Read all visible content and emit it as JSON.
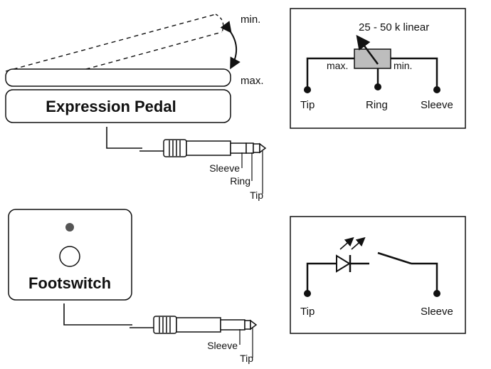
{
  "pedal": {
    "title": "Expression Pedal",
    "min_label": "min.",
    "max_label": "max.",
    "jack_labels": [
      "Sleeve",
      "Ring",
      "Tip"
    ]
  },
  "pot_schematic": {
    "value_label": "25 - 50 k linear",
    "max_label": "max.",
    "min_label": "min.",
    "terminals": [
      "Tip",
      "Ring",
      "Sleeve"
    ]
  },
  "footswitch": {
    "title": "Footswitch",
    "jack_labels": [
      "Sleeve",
      "Tip"
    ]
  },
  "switch_schematic": {
    "terminals": [
      "Tip",
      "Sleeve"
    ]
  },
  "colors": {
    "line": "#111111",
    "pot_fill": "#bdbdbd",
    "led_dot": "#555555"
  }
}
